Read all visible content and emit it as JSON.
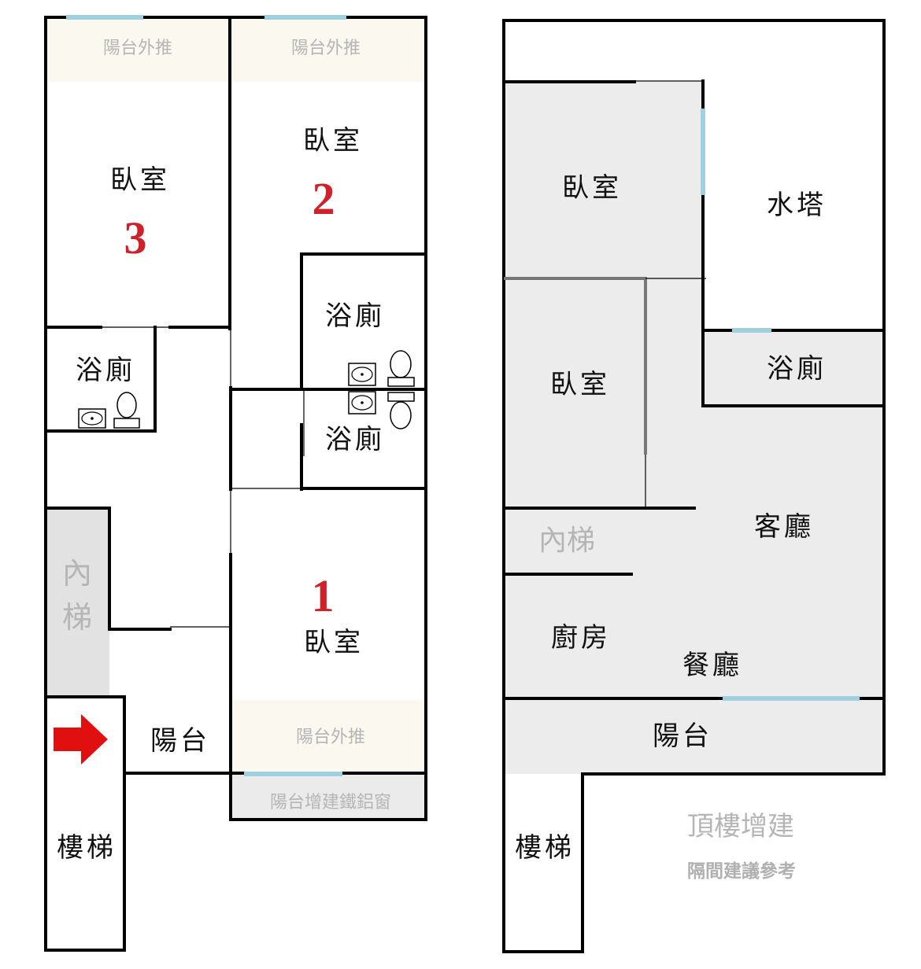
{
  "floor_left": {
    "balcony_push_a": "陽台外推",
    "balcony_push_b": "陽台外推",
    "balcony_push_c": "陽台外推",
    "bedroom3_label": "臥室",
    "bedroom3_num": "3",
    "bedroom2_label": "臥室",
    "bedroom2_num": "2",
    "bedroom1_label": "臥室",
    "bedroom1_num": "1",
    "bath_a": "浴廁",
    "bath_b": "浴廁",
    "bath_c": "浴廁",
    "inner_stair_1": "內",
    "inner_stair_2": "梯",
    "balcony": "陽台",
    "stair": "樓梯",
    "window_addition": "陽台增建鐵鋁窗"
  },
  "floor_right": {
    "bedroom_top": "臥室",
    "water_tower": "水塔",
    "bedroom_mid": "臥室",
    "bath": "浴廁",
    "living": "客廳",
    "inner_stair": "內梯",
    "kitchen": "廚房",
    "dining": "餐廳",
    "balcony": "陽台",
    "stair": "樓梯",
    "roof_addition": "頂樓增建",
    "partition_note": "隔間建議參考"
  },
  "colors": {
    "wall": "#000000",
    "window": "#9fd0e0",
    "room_fill_gray": "#ececec",
    "balcony_push_fill": "#fbf8f0",
    "stair_fill": "#e2e2e2",
    "number_red": "#d0202a",
    "arrow_red": "#e01010"
  }
}
